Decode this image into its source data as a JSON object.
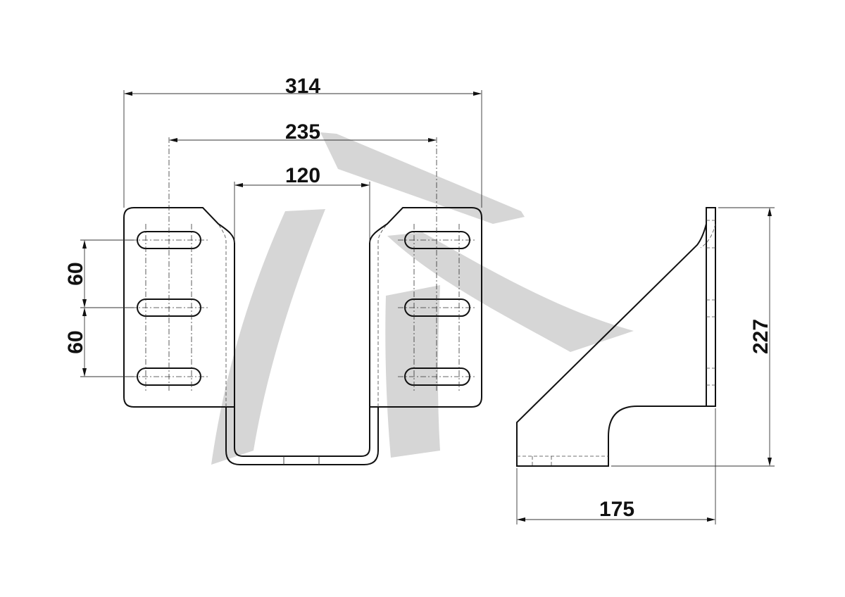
{
  "drawing": {
    "title": "Bracket technical drawing",
    "units": "mm",
    "colors": {
      "line": "#111111",
      "watermark": "#d6d6d6"
    },
    "dimensions": {
      "overall_width": "314",
      "hole_pitch_width": "235",
      "channel_width": "120",
      "hole_spacing_upper": "60",
      "hole_spacing_lower": "60",
      "side_height": "227",
      "side_depth": "175"
    }
  }
}
